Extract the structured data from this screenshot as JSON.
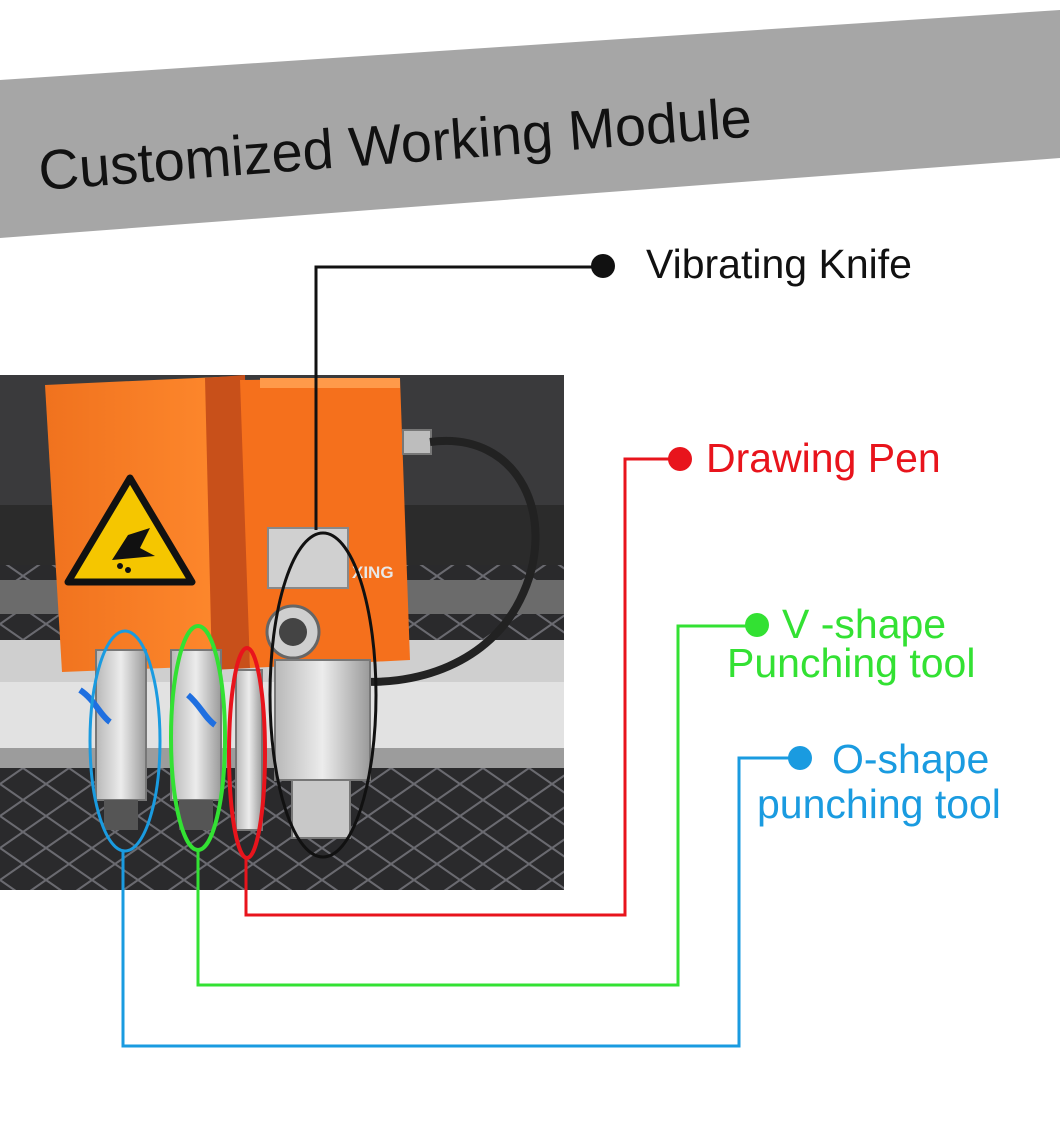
{
  "banner": {
    "title": "Customized Working Module",
    "color": "#a6a6a6"
  },
  "photo": {
    "description_icon": "hand-crush-warning-icon",
    "brand_text": "XING"
  },
  "labels": {
    "vibrating_knife": {
      "text": "Vibrating Knife",
      "color": "#111111"
    },
    "drawing_pen": {
      "text": "Drawing Pen",
      "color": "#e8141c"
    },
    "v_shape_line1": {
      "text": "V -shape",
      "color": "#33e133"
    },
    "v_shape_line2": {
      "text": "Punching tool",
      "color": "#33e133"
    },
    "o_shape_line1": {
      "text": "O-shape",
      "color": "#1a9be0"
    },
    "o_shape_line2": {
      "text": "punching tool",
      "color": "#1a9be0"
    }
  }
}
